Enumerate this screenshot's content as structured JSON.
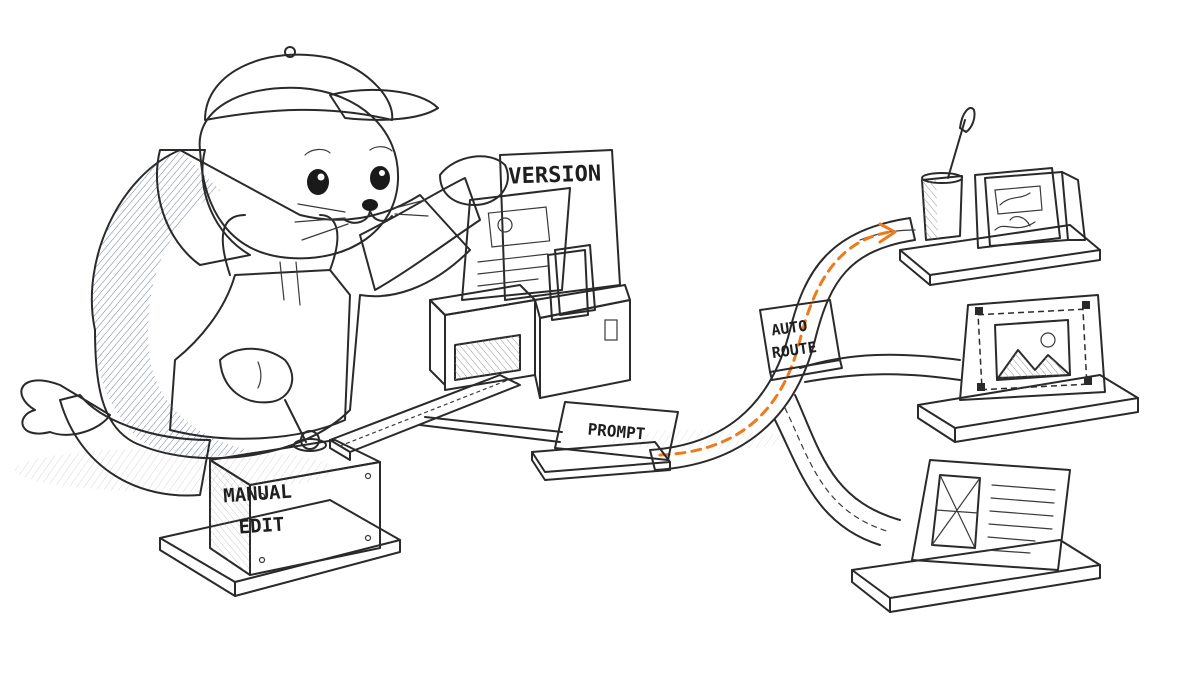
{
  "labels": {
    "manual_edit_line1": "MANUAL",
    "manual_edit_line2": "EDIT",
    "version": "VERSION",
    "prompt": "PROMPT",
    "auto_route_line1": "AUTO",
    "auto_route_line2": "ROUTE"
  },
  "colors": {
    "hoodie_blue": "#1f3f98",
    "cap_navy": "#1b2f6e",
    "route_orange": "#ee7a1b",
    "apron_cream": "#f6f0e1",
    "ink": "#2a2a2a"
  },
  "icons": {
    "seal": "seal-mascot-icon",
    "paintbrush_cup": "paintbrush-cup-icon",
    "sketch_card": "sketch-card-icon",
    "landscape_photo": "landscape-photo-icon",
    "layout_doc": "layout-document-icon"
  }
}
